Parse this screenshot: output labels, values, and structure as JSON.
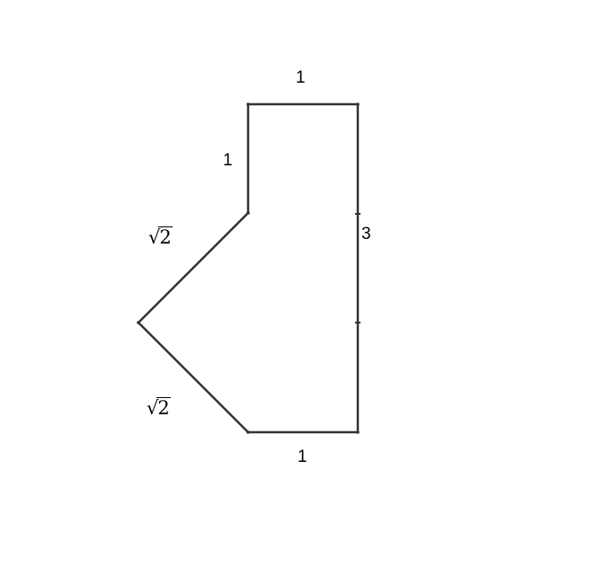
{
  "figure": {
    "labels": {
      "top": "1",
      "upper_left": "1",
      "right": "3",
      "bottom": "1"
    },
    "sqrt_labels": {
      "upper_diagonal": {
        "radical": "√",
        "radicand": "2"
      },
      "lower_diagonal": {
        "radical": "√",
        "radicand": "2"
      }
    },
    "colors": {
      "stroke": "#333333",
      "text": "#000000",
      "background": "#ffffff"
    }
  }
}
